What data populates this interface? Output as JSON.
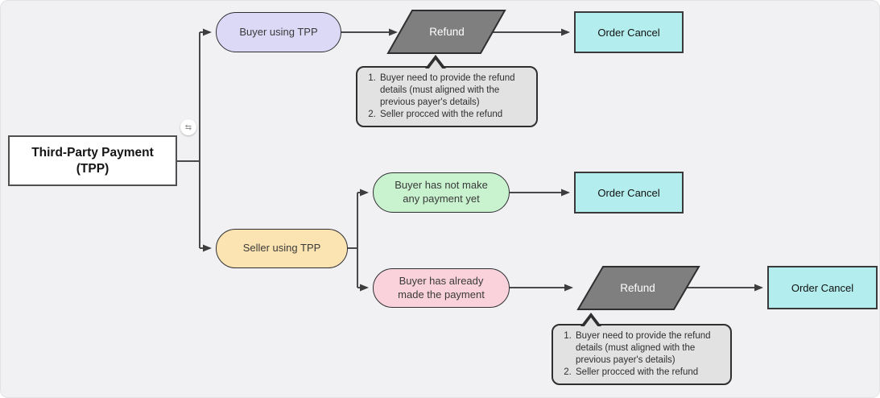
{
  "canvas": {
    "background": "#f1f1f3"
  },
  "colors": {
    "root_fill": "#ffffff",
    "buyer_pill_fill": "#dcd9f6",
    "seller_pill_fill": "#fce4b2",
    "no_payment_pill_fill": "#c9f2cf",
    "paid_pill_fill": "#fad2dc",
    "order_cancel_fill": "#b4eded",
    "refund_fill": "#7f7f7f",
    "note_fill": "#e2e2e2",
    "node_border": "#2f2f2f",
    "connector": "#4a4a4a"
  },
  "root": {
    "label_line1": "Third-Party Payment",
    "label_line2": "(TPP)"
  },
  "badge": {
    "icon": "⇆"
  },
  "nodes": {
    "buyer_tpp": {
      "label": "Buyer using TPP"
    },
    "seller_tpp": {
      "label": "Seller using TPP"
    },
    "no_payment": {
      "line1": "Buyer has not make",
      "line2": "any payment yet"
    },
    "paid": {
      "line1": "Buyer has already",
      "line2": "made the payment"
    },
    "refund_1": {
      "label": "Refund"
    },
    "refund_2": {
      "label": "Refund"
    },
    "order_cancel_1": {
      "label": "Order Cancel"
    },
    "order_cancel_2": {
      "label": "Order Cancel"
    },
    "order_cancel_3": {
      "label": "Order Cancel"
    }
  },
  "notes": {
    "refund_note_1": {
      "items": [
        "Buyer need to provide the refund details (must aligned with the previous payer's details)",
        "Seller procced with the refund"
      ]
    },
    "refund_note_2": {
      "items": [
        "Buyer need to provide the refund details (must aligned with the previous payer's details)",
        "Seller procced with the refund"
      ]
    }
  }
}
